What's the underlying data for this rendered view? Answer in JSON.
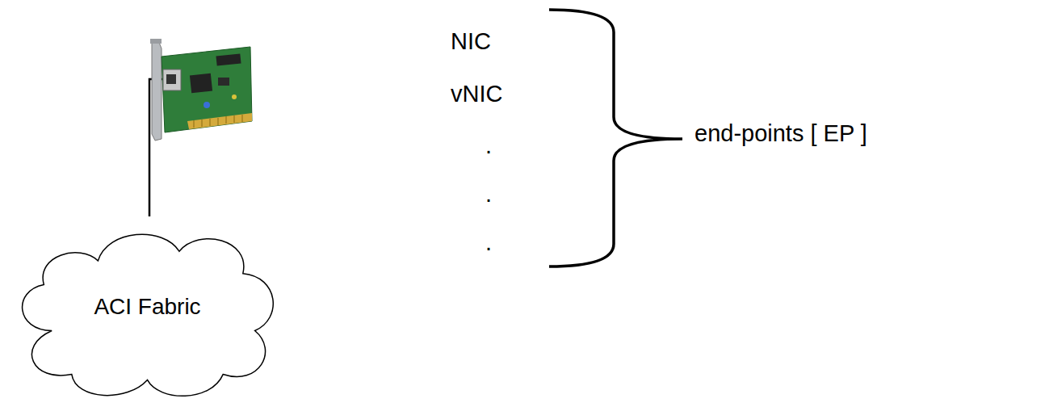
{
  "diagram": {
    "nodes": [
      {
        "text": [
          "ACI Fabric"
        ]
      }
    ],
    "labels": [
      "NIC",
      "vNIC",
      ".",
      ".",
      ".",
      "end-points [ EP ]"
    ]
  }
}
